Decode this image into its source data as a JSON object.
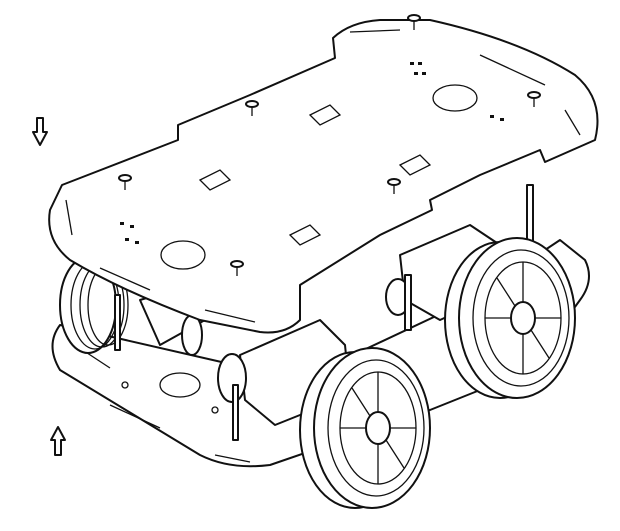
{
  "diagram": {
    "subject": "robot-car-chassis-exploded-view",
    "line_color": "#111111",
    "background": "#ffffff",
    "components": [
      "top-plate",
      "bottom-plate",
      "wheels",
      "motors",
      "standoffs",
      "screws"
    ],
    "wheel_count": 4,
    "arrows": [
      "down-arrow",
      "up-arrow"
    ]
  }
}
